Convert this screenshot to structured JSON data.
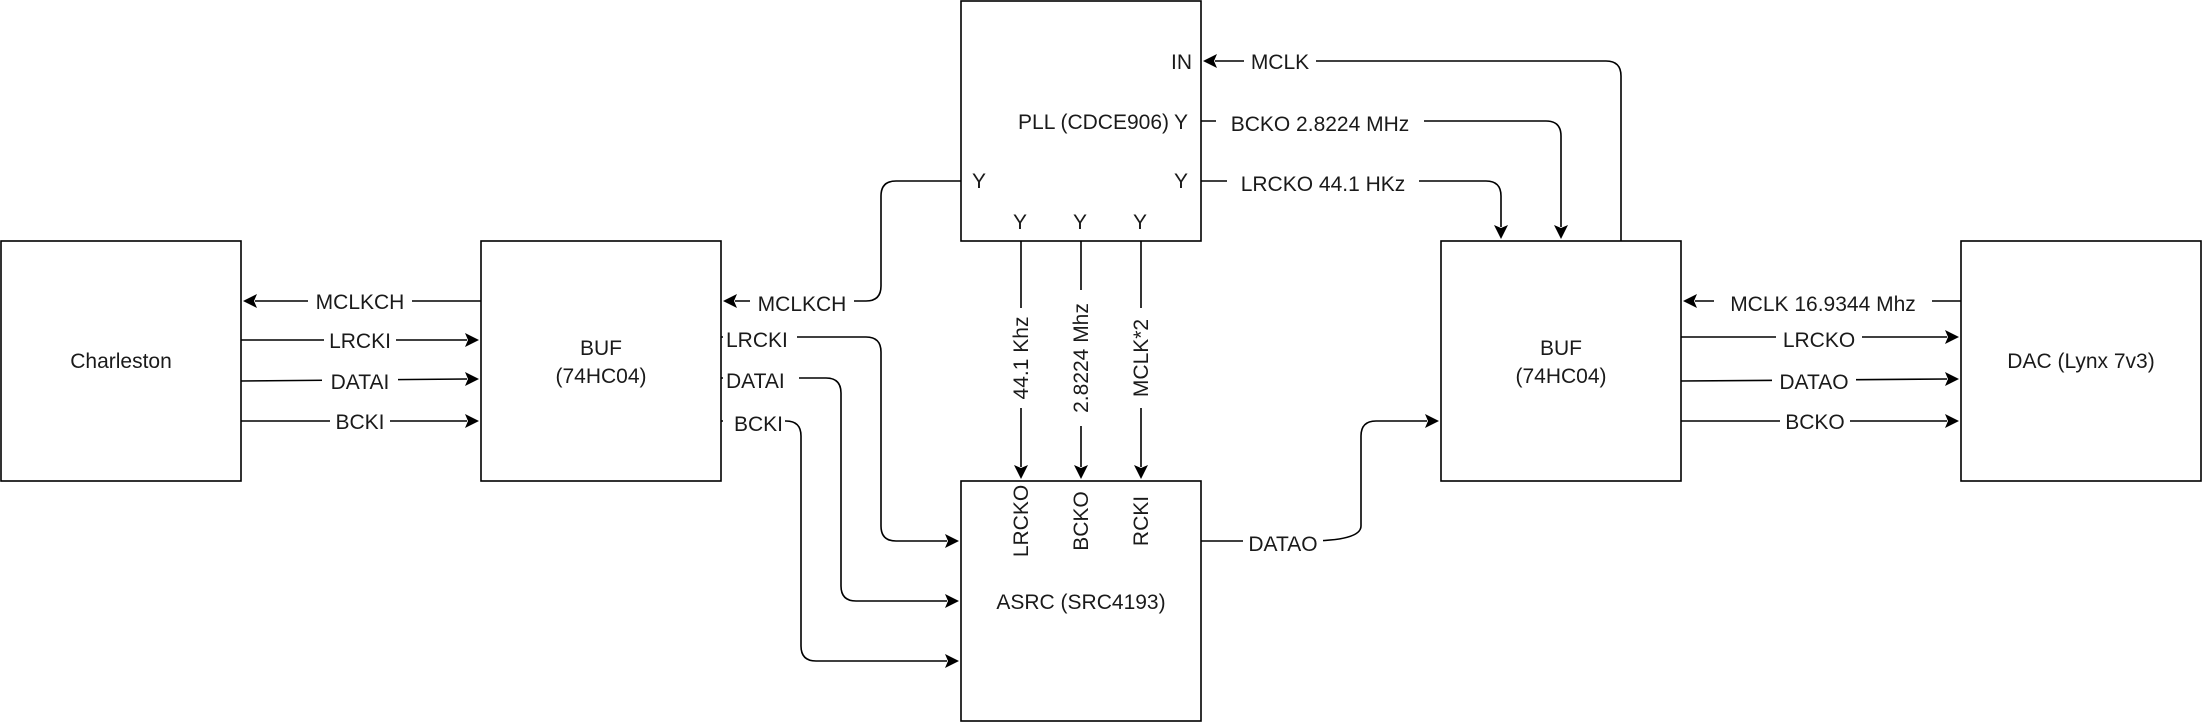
{
  "blocks": {
    "charleston": "Charleston",
    "buf_left": [
      "BUF",
      "(74HC04)"
    ],
    "pll": "PLL (CDCE906)",
    "asrc": "ASRC (SRC4193)",
    "buf_right": [
      "BUF",
      "(74HC04)"
    ],
    "dac": "DAC (Lynx 7v3)"
  },
  "ports": {
    "pll_in": "IN",
    "pll_y": "Y",
    "bufl_lrcki": "LRCKI",
    "bufl_datai": "DATAI",
    "bufl_bcki": "BCKI",
    "asrc_lrcko": "LRCKO",
    "asrc_bcko": "BCKO",
    "asrc_rcki": "RCKI"
  },
  "wires": {
    "mclkch_left": "MCLKCH",
    "lrcki": "LRCKI",
    "datai": "DATAI",
    "bcki": "BCKI",
    "mclkch_pll": "MCLKCH",
    "mclk_in": "MCLK",
    "bcko_pll": "BCKO 2.8224 MHz",
    "lrcko_pll": "LRCKO 44.1 HKz",
    "v_441": "44.1 Khz",
    "v_28224": "2.8224 Mhz",
    "v_mclk2": "MCLK*2",
    "datao_asrc": "DATAO",
    "mclk_dac": "MCLK 16.9344 Mhz",
    "lrcko_dac": "LRCKO",
    "datao_dac": "DATAO",
    "bcko_dac": "BCKO"
  },
  "colors": {
    "stroke": "#000000",
    "fill": "#ffffff",
    "text": "#1a1a1a"
  }
}
